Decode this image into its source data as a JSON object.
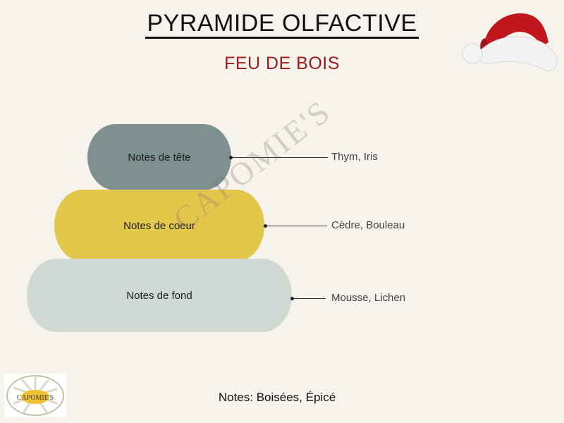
{
  "title": "PYRAMIDE OLFACTIVE",
  "subtitle": "FEU DE BOIS",
  "tiers": [
    {
      "label": "Notes de tête",
      "notes": "Thym, Iris",
      "color": "#7e918e"
    },
    {
      "label": "Notes de coeur",
      "notes": "Cèdre, Bouleau",
      "color": "#e3c74b"
    },
    {
      "label": "Notes de fond",
      "notes": "Mousse, Lichen",
      "color": "#cfd8d3"
    }
  ],
  "watermark": "CAPOMIE'S",
  "footer": "Notes: Boisées, Épicé",
  "logo_text": "CAPOMIE'S",
  "decoration": "santa-hat-icon"
}
